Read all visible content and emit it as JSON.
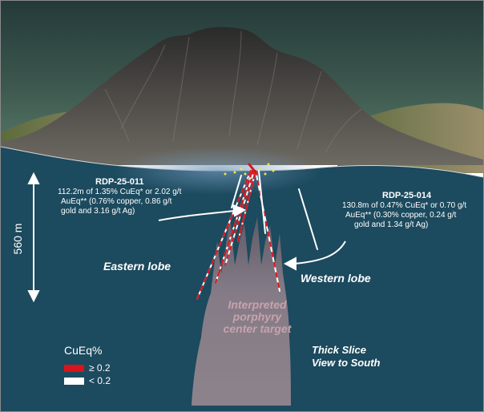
{
  "scale": {
    "label": "560 m"
  },
  "holes": {
    "rdp011": {
      "title": "RDP-25-011",
      "lines": [
        "112.2m of 1.35% CuEq* or 2.02 g/t",
        "AuEq** (0.76% copper, 0.86 g/t",
        "gold and 3.16 g/t Ag)"
      ]
    },
    "rdp014": {
      "title": "RDP-25-014",
      "lines": [
        "130.8m of 0.47% CuEq* or 0.70 g/t",
        "AuEq** (0.30% copper, 0.24 g/t",
        "gold and 1.34 g/t Ag)"
      ]
    }
  },
  "labels": {
    "eastern_lobe": "Eastern lobe",
    "western_lobe": "Western lobe",
    "target_lines": [
      "Interpreted",
      "porphyry",
      "center target"
    ],
    "view_lines": [
      "Thick Slice",
      "View to South"
    ]
  },
  "legend": {
    "title": "CuEq%",
    "items": [
      {
        "label": "≥ 0.2",
        "color": "#d9141c"
      },
      {
        "label": "< 0.2",
        "color": "#ffffff"
      }
    ]
  },
  "colors": {
    "subsurface": "#1c4a5e",
    "sky_top": "#243a3a",
    "sky_bottom": "#4e7062",
    "target_fill": "#837a84",
    "high_grade": "#d9141c",
    "low_grade": "#ffffff"
  }
}
